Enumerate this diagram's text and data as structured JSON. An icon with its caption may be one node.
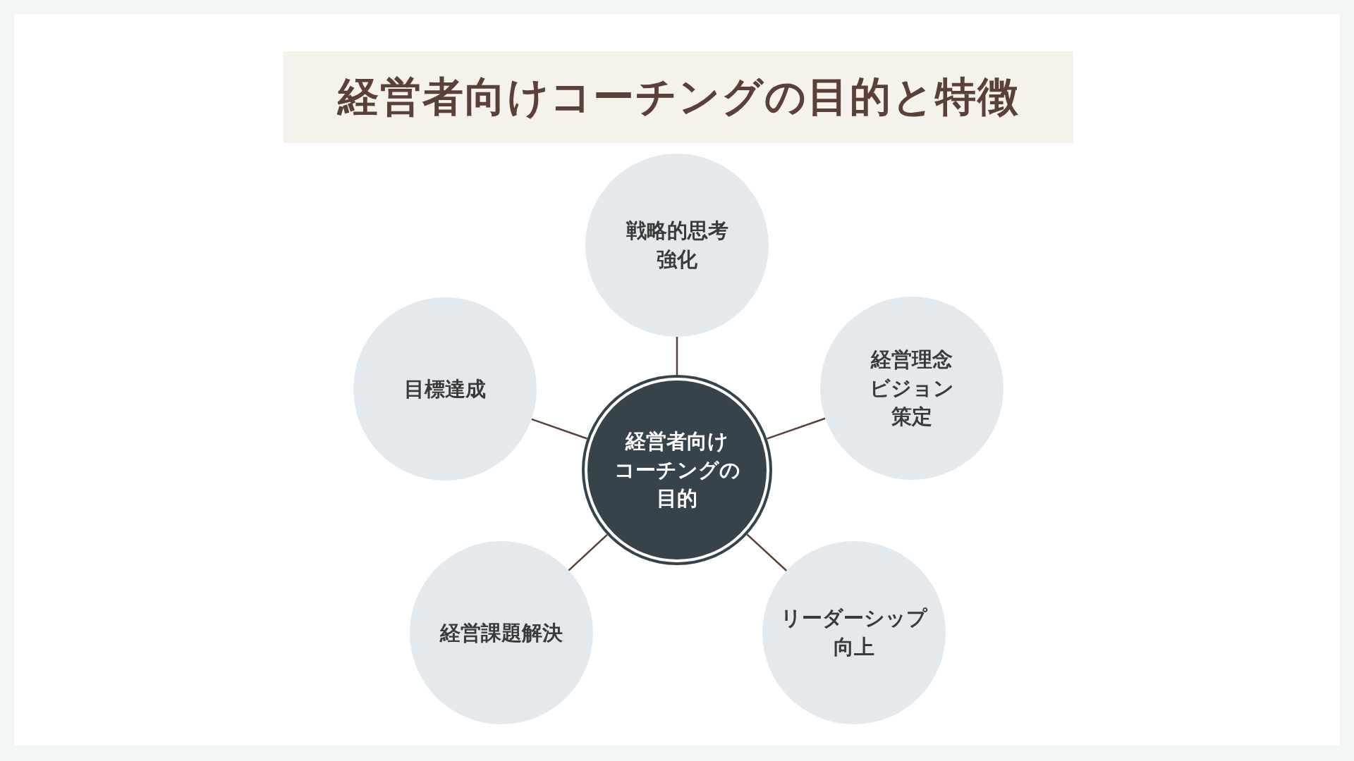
{
  "diagram": {
    "title": "経営者向けコーチングの目的と特徴",
    "nodes": [
      {
        "text": [
          "経営者向けコーチングの目的"
        ]
      },
      {
        "text": [
          "戦略的思考強化"
        ]
      },
      {
        "text": [
          "経営理念ビジョン策定"
        ]
      },
      {
        "text": [
          "リーダーシップ向上"
        ]
      },
      {
        "text": [
          "経営課題解決"
        ]
      },
      {
        "text": [
          "目標達成"
        ]
      }
    ],
    "edges": [
      {
        "from": 0,
        "to": 1,
        "arrow": "none"
      },
      {
        "from": 0,
        "to": 2,
        "arrow": "none"
      },
      {
        "from": 0,
        "to": 3,
        "arrow": "none"
      },
      {
        "from": 0,
        "to": 4,
        "arrow": "none"
      },
      {
        "from": 0,
        "to": 5,
        "arrow": "none"
      }
    ]
  }
}
